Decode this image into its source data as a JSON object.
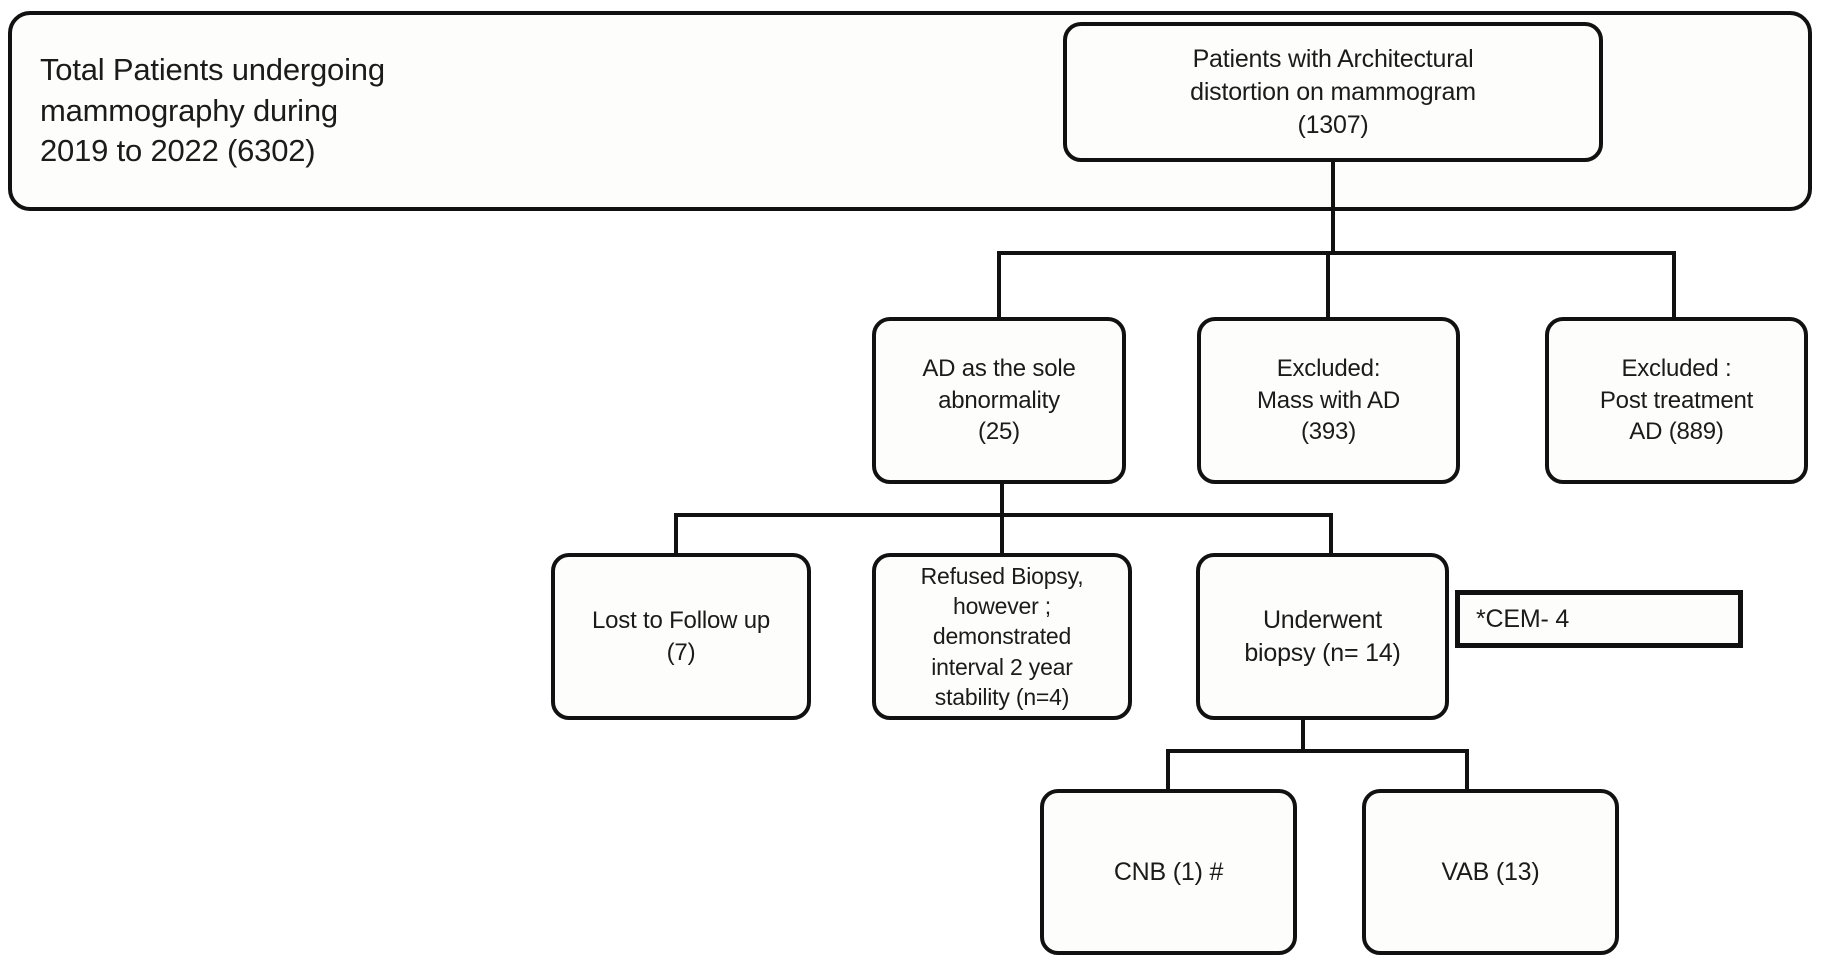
{
  "chart_data": {
    "type": "diagram",
    "title": "Patient selection flow for architectural distortion on mammography",
    "nodes": [
      {
        "id": "total",
        "label": "Total Patients undergoing\nmammography during\n2019 to 2022 (6302)",
        "count": 6302
      },
      {
        "id": "ad_mammo",
        "label": "Patients with Architectural\ndistortion on mammogram\n(1307)",
        "count": 1307
      },
      {
        "id": "sole",
        "label": "AD as the sole\nabnormality\n(25)",
        "count": 25
      },
      {
        "id": "excl_mass",
        "label": "Excluded:\nMass with AD\n(393)",
        "count": 393
      },
      {
        "id": "excl_post",
        "label": "Excluded :\nPost treatment\nAD (889)",
        "count": 889
      },
      {
        "id": "lost",
        "label": "Lost  to Follow up\n(7)",
        "count": 7
      },
      {
        "id": "refused",
        "label": "Refused Biopsy,\nhowever ;\ndemonstrated\ninterval 2 year\nstability (n=4)",
        "count": 4
      },
      {
        "id": "biopsy",
        "label": "Underwent\nbiopsy (n= 14)",
        "count": 14
      },
      {
        "id": "cem",
        "label": "*CEM- 4",
        "count": 4
      },
      {
        "id": "cnb",
        "label": "CNB (1) #",
        "count": 1
      },
      {
        "id": "vab",
        "label": "VAB (13)",
        "count": 13
      }
    ],
    "edges": [
      {
        "from": "ad_mammo",
        "to": "sole"
      },
      {
        "from": "ad_mammo",
        "to": "excl_mass"
      },
      {
        "from": "ad_mammo",
        "to": "excl_post"
      },
      {
        "from": "sole",
        "to": "lost"
      },
      {
        "from": "sole",
        "to": "refused"
      },
      {
        "from": "sole",
        "to": "biopsy"
      },
      {
        "from": "biopsy",
        "to": "cem"
      },
      {
        "from": "biopsy",
        "to": "cnb"
      },
      {
        "from": "biopsy",
        "to": "vab"
      }
    ],
    "colors": {
      "stroke": "#111111",
      "fill": "#fdfdfc",
      "background": "#ffffff"
    }
  },
  "flowchart": {
    "total": {
      "text": "Total Patients undergoing\nmammography during\n2019 to 2022 (6302)"
    },
    "ad_mammo": {
      "text": "Patients with Architectural\ndistortion on mammogram\n(1307)"
    },
    "sole": {
      "text": "AD as the sole\nabnormality\n(25)"
    },
    "excl_mass": {
      "text": "Excluded:\nMass with AD\n(393)"
    },
    "excl_post": {
      "text": "Excluded :\nPost treatment\nAD (889)"
    },
    "lost": {
      "text": "Lost  to Follow up\n(7)"
    },
    "refused": {
      "text": "Refused Biopsy,\nhowever ;\ndemonstrated\ninterval 2 year\nstability (n=4)"
    },
    "biopsy": {
      "text": "Underwent\nbiopsy (n= 14)"
    },
    "cem": {
      "text": "*CEM- 4"
    },
    "cnb": {
      "text": "CNB (1) #"
    },
    "vab": {
      "text": "VAB (13)"
    }
  }
}
